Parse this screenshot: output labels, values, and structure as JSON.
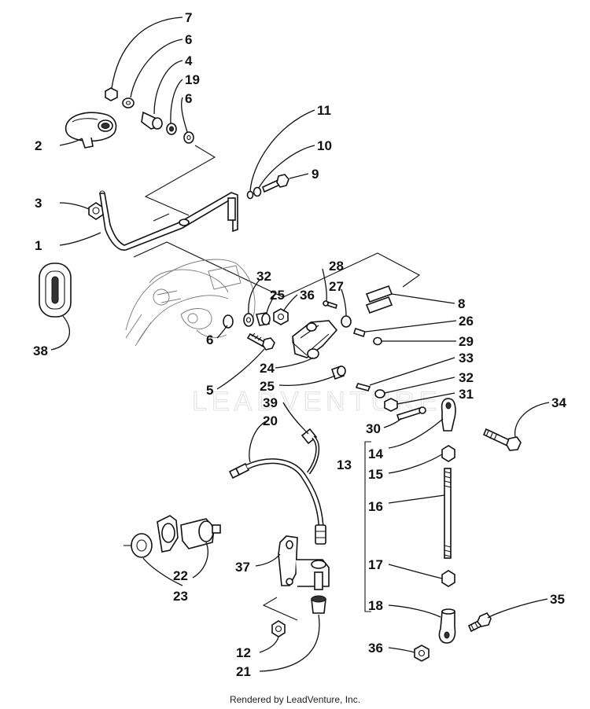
{
  "watermark": "LEADVENTURE",
  "footer": "Rendered by LeadVenture, Inc.",
  "callouts": [
    {
      "id": "c7a",
      "text": "7"
    },
    {
      "id": "c6a",
      "text": "6"
    },
    {
      "id": "c4",
      "text": "4"
    },
    {
      "id": "c19",
      "text": "19"
    },
    {
      "id": "c6b",
      "text": "6"
    },
    {
      "id": "c2",
      "text": "2"
    },
    {
      "id": "c3",
      "text": "3"
    },
    {
      "id": "c1",
      "text": "1"
    },
    {
      "id": "c11",
      "text": "11"
    },
    {
      "id": "c10",
      "text": "10"
    },
    {
      "id": "c9",
      "text": "9"
    },
    {
      "id": "c38",
      "text": "38"
    },
    {
      "id": "c32a",
      "text": "32"
    },
    {
      "id": "c25a",
      "text": "25"
    },
    {
      "id": "c36a",
      "text": "36"
    },
    {
      "id": "c28",
      "text": "28"
    },
    {
      "id": "c27",
      "text": "27"
    },
    {
      "id": "c8",
      "text": "8"
    },
    {
      "id": "c26",
      "text": "26"
    },
    {
      "id": "c29",
      "text": "29"
    },
    {
      "id": "c6c",
      "text": "6"
    },
    {
      "id": "c24",
      "text": "24"
    },
    {
      "id": "c33",
      "text": "33"
    },
    {
      "id": "c32b",
      "text": "32"
    },
    {
      "id": "c25b",
      "text": "25"
    },
    {
      "id": "c31",
      "text": "31"
    },
    {
      "id": "c5",
      "text": "5"
    },
    {
      "id": "c39",
      "text": "39"
    },
    {
      "id": "c20",
      "text": "20"
    },
    {
      "id": "c34",
      "text": "34"
    },
    {
      "id": "c30",
      "text": "30"
    },
    {
      "id": "c13",
      "text": "13"
    },
    {
      "id": "c14",
      "text": "14"
    },
    {
      "id": "c15",
      "text": "15"
    },
    {
      "id": "c16",
      "text": "16"
    },
    {
      "id": "c22",
      "text": "22"
    },
    {
      "id": "c23",
      "text": "23"
    },
    {
      "id": "c37",
      "text": "37"
    },
    {
      "id": "c17",
      "text": "17"
    },
    {
      "id": "c18",
      "text": "18"
    },
    {
      "id": "c35",
      "text": "35"
    },
    {
      "id": "c36b",
      "text": "36"
    },
    {
      "id": "c12",
      "text": "12"
    },
    {
      "id": "c21",
      "text": "21"
    }
  ]
}
